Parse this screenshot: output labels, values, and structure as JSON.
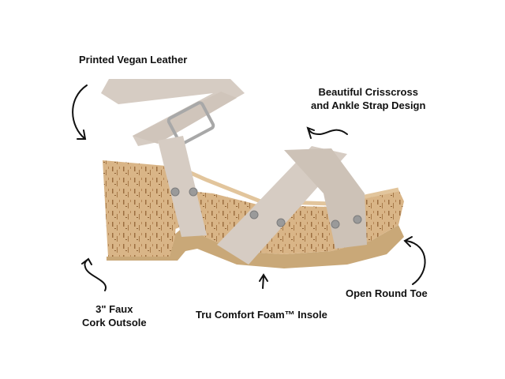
{
  "product": {
    "name": "Cork platform sandal with crisscross and ankle strap",
    "colors": {
      "leather": "#d6ccc3",
      "leather_shadow": "#bfb3a7",
      "cork": "#d8b486",
      "cork_dark": "#a57a4c",
      "outsole": "#c9a878",
      "stud": "#9a9a9a",
      "buckle": "#a8a8a8"
    }
  },
  "annotations": [
    {
      "id": "printed-vegan-leather",
      "text": "Printed Vegan Leather"
    },
    {
      "id": "crisscross-line1",
      "text": "Beautiful Crisscross"
    },
    {
      "id": "crisscross-line2",
      "text": "and Ankle Strap Design"
    },
    {
      "id": "outsole-line1",
      "text": "3\" Faux"
    },
    {
      "id": "outsole-line2",
      "text": "Cork Outsole"
    },
    {
      "id": "insole",
      "text": "Tru Comfort Foam™ Insole"
    },
    {
      "id": "toe",
      "text": "Open Round Toe"
    }
  ]
}
